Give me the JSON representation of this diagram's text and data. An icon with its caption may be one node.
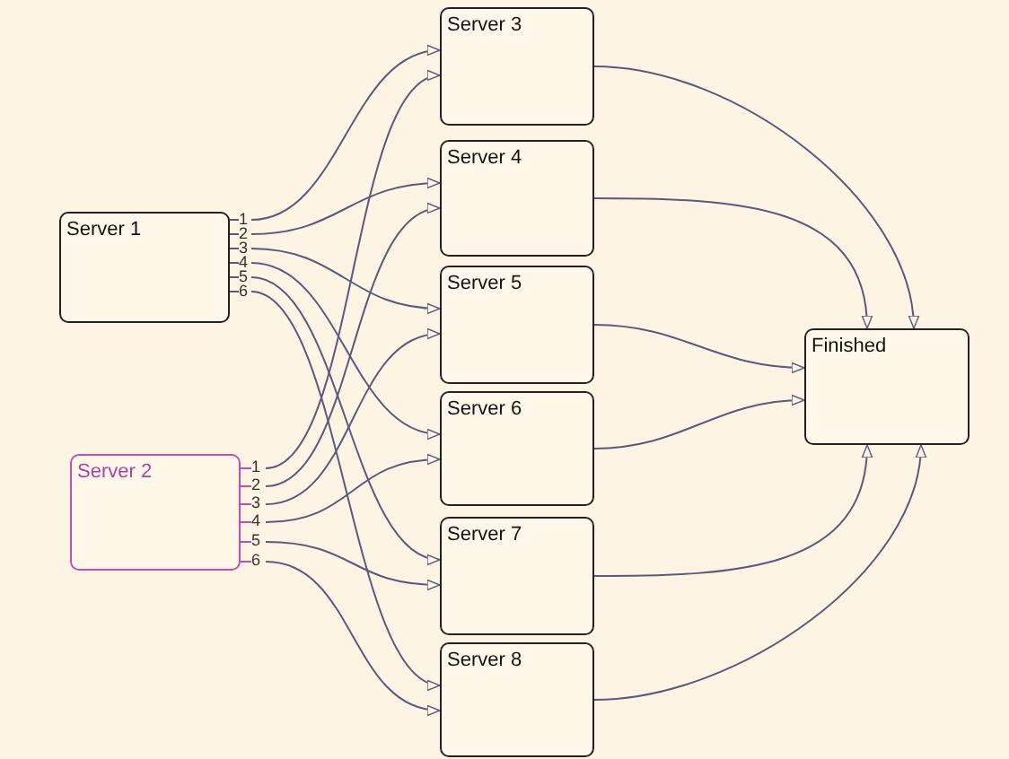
{
  "diagram": {
    "nodes": [
      {
        "text": [
          "Server 1"
        ]
      },
      {
        "text": [
          "Server 2"
        ]
      },
      {
        "text": [
          "Server 3"
        ]
      },
      {
        "text": [
          "Server 4"
        ]
      },
      {
        "text": [
          "Server 5"
        ]
      },
      {
        "text": [
          "Server 6"
        ]
      },
      {
        "text": [
          "Server 7"
        ]
      },
      {
        "text": [
          "Server 8"
        ]
      },
      {
        "text": [
          "Finished"
        ]
      },
      {
        "text": [
          "1"
        ]
      },
      {
        "text": [
          "2"
        ]
      },
      {
        "text": [
          "3"
        ]
      },
      {
        "text": [
          "4"
        ]
      },
      {
        "text": [
          "5"
        ]
      },
      {
        "text": [
          "6"
        ]
      },
      {
        "text": [
          "1"
        ]
      },
      {
        "text": [
          "2"
        ]
      },
      {
        "text": [
          "3"
        ]
      },
      {
        "text": [
          "4"
        ]
      },
      {
        "text": [
          "5"
        ]
      },
      {
        "text": [
          "6"
        ]
      }
    ],
    "edges": [
      {
        "from": 0,
        "to": 9,
        "arrow": "none"
      },
      {
        "from": 0,
        "to": 10,
        "arrow": "none"
      },
      {
        "from": 0,
        "to": 11,
        "arrow": "none"
      },
      {
        "from": 0,
        "to": 12,
        "arrow": "none"
      },
      {
        "from": 0,
        "to": 13,
        "arrow": "none"
      },
      {
        "from": 0,
        "to": 14,
        "arrow": "none"
      },
      {
        "from": 1,
        "to": 15,
        "arrow": "none",
        "color": "#c050b0"
      },
      {
        "from": 1,
        "to": 16,
        "arrow": "none",
        "color": "#c050b0"
      },
      {
        "from": 1,
        "to": 17,
        "arrow": "none",
        "color": "#c050b0"
      },
      {
        "from": 1,
        "to": 18,
        "arrow": "none",
        "color": "#c050b0"
      },
      {
        "from": 1,
        "to": 19,
        "arrow": "none",
        "color": "#c050b0"
      },
      {
        "from": 1,
        "to": 20,
        "arrow": "none",
        "color": "#c050b0"
      },
      {
        "from": 9,
        "to": 2,
        "arrow": "to"
      },
      {
        "from": 10,
        "to": 3,
        "arrow": "to"
      },
      {
        "from": 11,
        "to": 4,
        "arrow": "to"
      },
      {
        "from": 12,
        "to": 5,
        "arrow": "to"
      },
      {
        "from": 13,
        "to": 6,
        "arrow": "to"
      },
      {
        "from": 14,
        "to": 7,
        "arrow": "to"
      },
      {
        "from": 15,
        "to": 2,
        "arrow": "to"
      },
      {
        "from": 16,
        "to": 3,
        "arrow": "to"
      },
      {
        "from": 17,
        "to": 4,
        "arrow": "to"
      },
      {
        "from": 18,
        "to": 5,
        "arrow": "to"
      },
      {
        "from": 19,
        "to": 6,
        "arrow": "to"
      },
      {
        "from": 20,
        "to": 7,
        "arrow": "to"
      },
      {
        "from": 2,
        "to": 8,
        "arrow": "to"
      },
      {
        "from": 3,
        "to": 8,
        "arrow": "to"
      },
      {
        "from": 4,
        "to": 8,
        "arrow": "to"
      },
      {
        "from": 5,
        "to": 8,
        "arrow": "to"
      },
      {
        "from": 6,
        "to": 8,
        "arrow": "to"
      },
      {
        "from": 7,
        "to": 8,
        "arrow": "to"
      }
    ]
  }
}
